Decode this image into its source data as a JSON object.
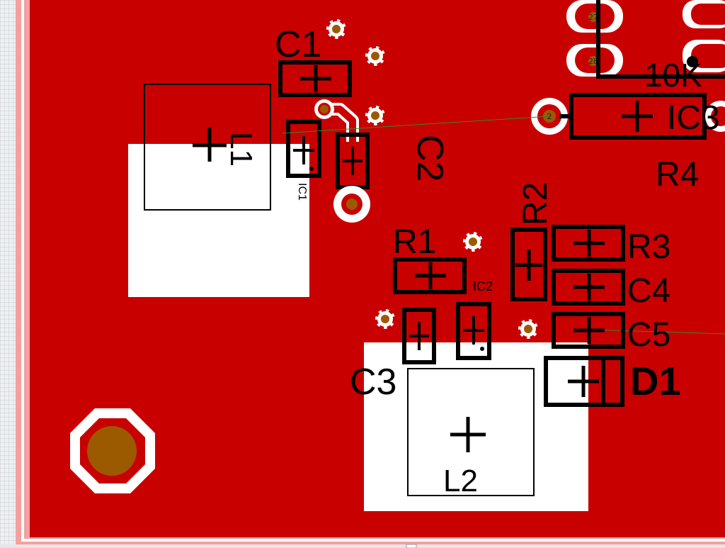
{
  "editor": {
    "view": "PCB board layout",
    "colors": {
      "copper_pour": "#c80000",
      "board_edge": "#f4a0a0",
      "background_grid": "#c8ccd0",
      "keepout": "#ffffff",
      "silkscreen": "#000000",
      "drill": "#9c5a00",
      "ratsnest": "#2e8b2e"
    }
  },
  "components": {
    "C1": "C1",
    "C2": "C2",
    "C3": "C3",
    "C4": "C4",
    "C5": "C5",
    "R1": "R1",
    "R2": "R2",
    "R3": "R3",
    "R4": "R4",
    "D1": "D1",
    "L1": "L1",
    "L2": "L2",
    "IC1": "IC1",
    "IC2": "IC2",
    "IC3": "IC3",
    "R4_value": "10K"
  },
  "pins": {
    "pin27": "27",
    "pin28": "28",
    "pin2": "2"
  }
}
